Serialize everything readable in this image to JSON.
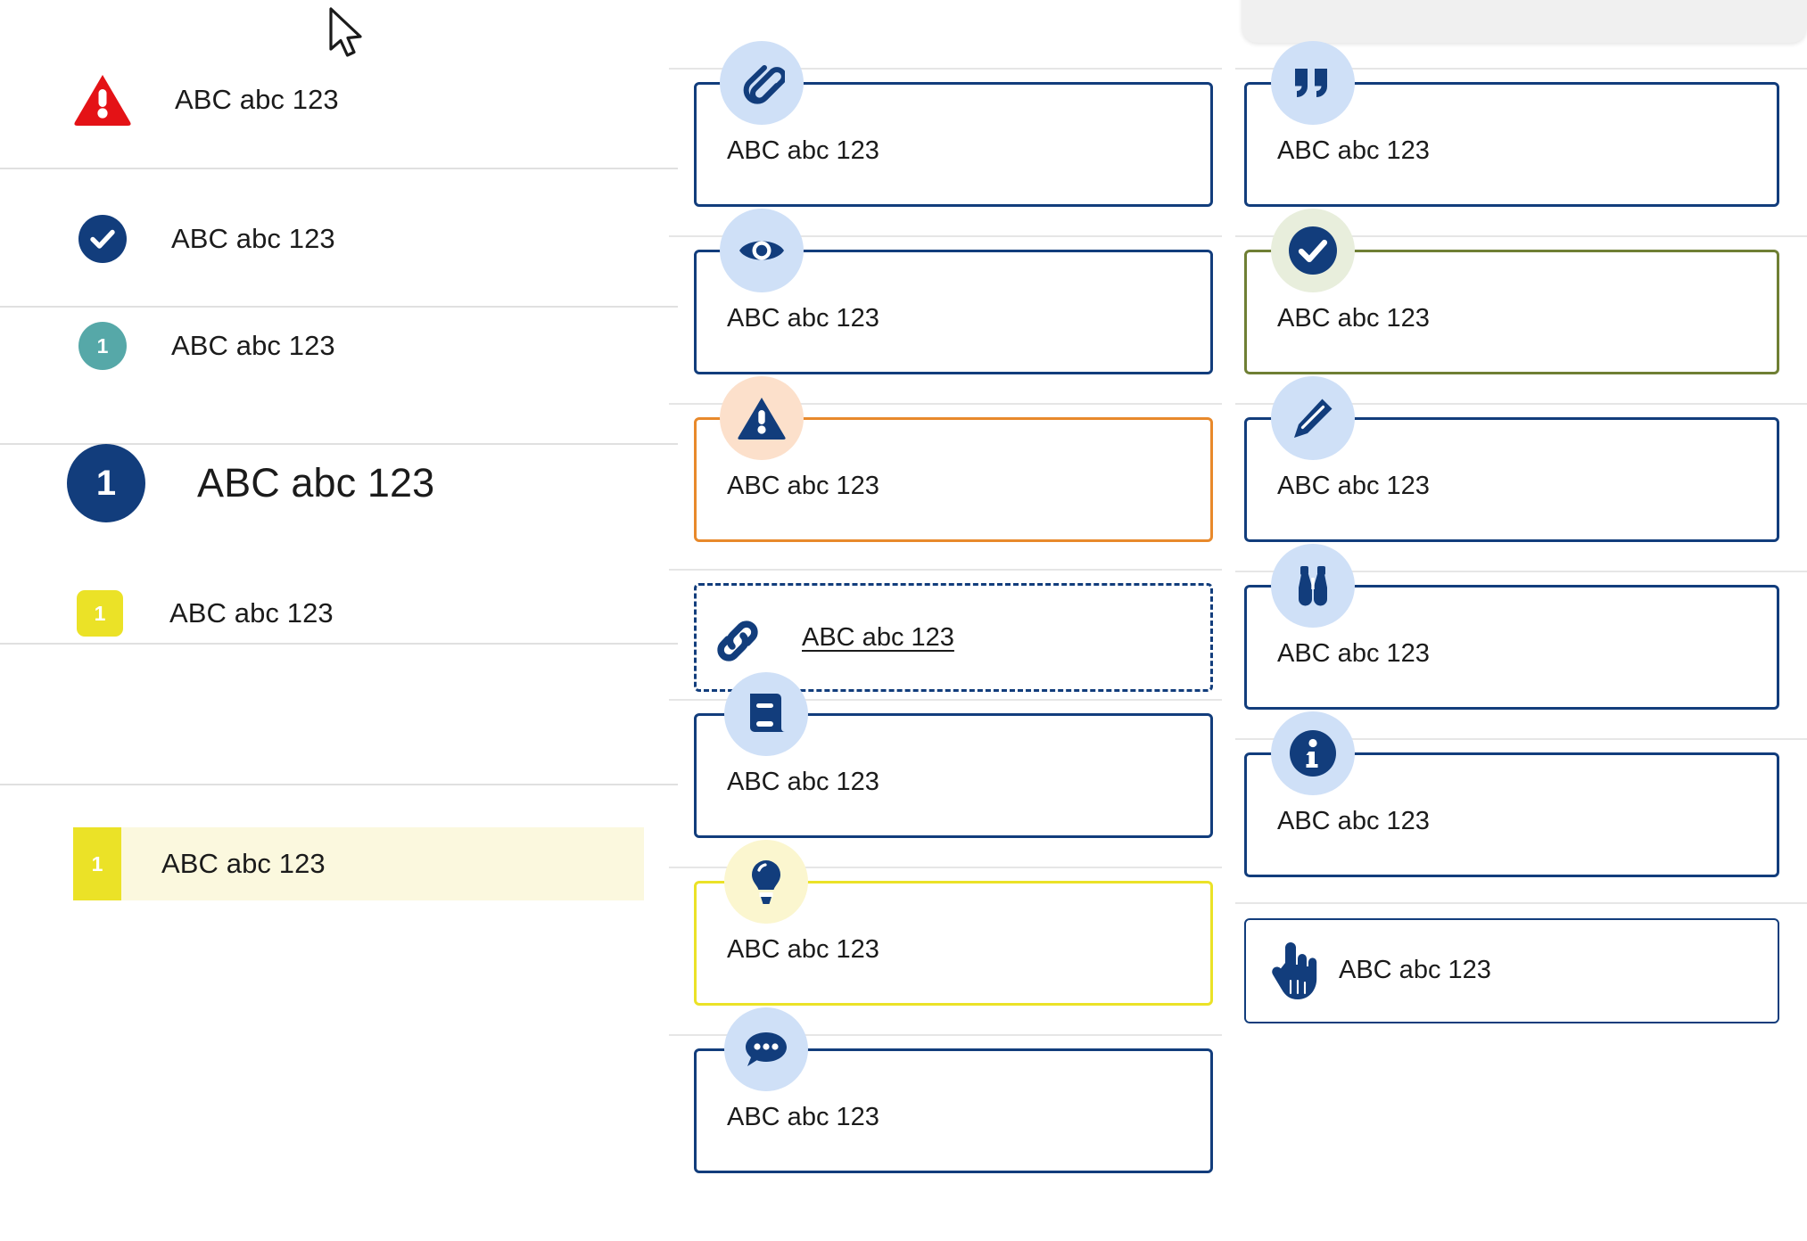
{
  "left_panel": {
    "rows": [
      {
        "id": "alert-row",
        "icon": "warning-triangle-icon",
        "badge_text": "",
        "label": "ABC abc 123",
        "badge_color": "#e41216",
        "size": "small"
      },
      {
        "id": "confirm-row",
        "icon": "check-circle-icon",
        "badge_text": "",
        "label": "ABC abc 123",
        "badge_color": "#123d7c",
        "size": "small"
      },
      {
        "id": "teal-row",
        "icon": "number-badge-icon",
        "badge_text": "1",
        "label": "ABC abc 123",
        "badge_color": "#56a8a8",
        "size": "small"
      },
      {
        "id": "heading-row",
        "icon": "number-badge-icon",
        "badge_text": "1",
        "label": "ABC abc 123",
        "badge_color": "#123d7c",
        "size": "large"
      },
      {
        "id": "yellow-row",
        "icon": "number-square-icon",
        "badge_text": "1",
        "label": "ABC abc 123",
        "badge_color": "#ebe227",
        "size": "small"
      },
      {
        "id": "highlight-row",
        "icon": "number-square-icon",
        "badge_text": "1",
        "label": "ABC abc 123",
        "badge_color": "#ebe227",
        "size": "small"
      }
    ]
  },
  "middle_column": {
    "cards": [
      {
        "id": "attachment-card",
        "icon": "paperclip-icon",
        "label": "ABC abc 123",
        "style": "default",
        "halo": "#cfe0f7",
        "border_color": "#123d7c"
      },
      {
        "id": "preview-card",
        "icon": "eye-icon",
        "label": "ABC abc 123",
        "style": "default",
        "halo": "#cfe0f7",
        "border_color": "#123d7c"
      },
      {
        "id": "warning-card",
        "icon": "warning-triangle-icon",
        "label": "ABC abc 123",
        "style": "warning",
        "halo": "#fce0cb",
        "border_color": "#e8892b"
      },
      {
        "id": "link-card",
        "icon": "chain-link-icon",
        "label": "ABC abc 123",
        "style": "link",
        "halo": "none",
        "border_color": "#123d7c"
      },
      {
        "id": "reference-card",
        "icon": "book-icon",
        "label": "ABC abc 123",
        "style": "default",
        "halo": "#cfe0f7",
        "border_color": "#123d7c"
      },
      {
        "id": "tip-card",
        "icon": "lightbulb-icon",
        "label": "ABC abc 123",
        "style": "tip",
        "halo": "#fbf6cf",
        "border_color": "#ebe227"
      },
      {
        "id": "comment-card",
        "icon": "speech-bubble-icon",
        "label": "ABC abc 123",
        "style": "default",
        "halo": "#cfe0f7",
        "border_color": "#123d7c"
      }
    ]
  },
  "right_column": {
    "cards": [
      {
        "id": "quote-card",
        "icon": "quotation-mark-icon",
        "label": "ABC abc 123",
        "style": "default",
        "halo": "#cfe0f7",
        "border_color": "#123d7c"
      },
      {
        "id": "success-card",
        "icon": "check-circle-icon",
        "label": "ABC abc 123",
        "style": "success",
        "halo": "#e8eedc",
        "border_color": "#6f7f34"
      },
      {
        "id": "edit-card",
        "icon": "pencil-icon",
        "label": "ABC abc 123",
        "style": "default",
        "halo": "#cfe0f7",
        "border_color": "#123d7c"
      },
      {
        "id": "explore-card",
        "icon": "binoculars-icon",
        "label": "ABC abc 123",
        "style": "default",
        "halo": "#cfe0f7",
        "border_color": "#123d7c"
      },
      {
        "id": "info-card",
        "icon": "info-circle-icon",
        "label": "ABC abc 123",
        "style": "default",
        "halo": "#cfe0f7",
        "border_color": "#123d7c"
      },
      {
        "id": "action-card",
        "icon": "pointing-hand-icon",
        "label": "ABC abc 123",
        "style": "plain",
        "halo": "none",
        "border_color": "#123d7c"
      }
    ]
  },
  "colors": {
    "navy": "#123d7c",
    "red": "#e41216",
    "teal": "#56a8a8",
    "yellow": "#ebe227",
    "orange": "#e8892b",
    "olive": "#6f7f34",
    "halo_blue": "#cfe0f7",
    "highlight_bg": "#fbf8de",
    "divider": "#e0e0e0"
  },
  "cursor": {
    "icon": "mouse-pointer-icon"
  }
}
